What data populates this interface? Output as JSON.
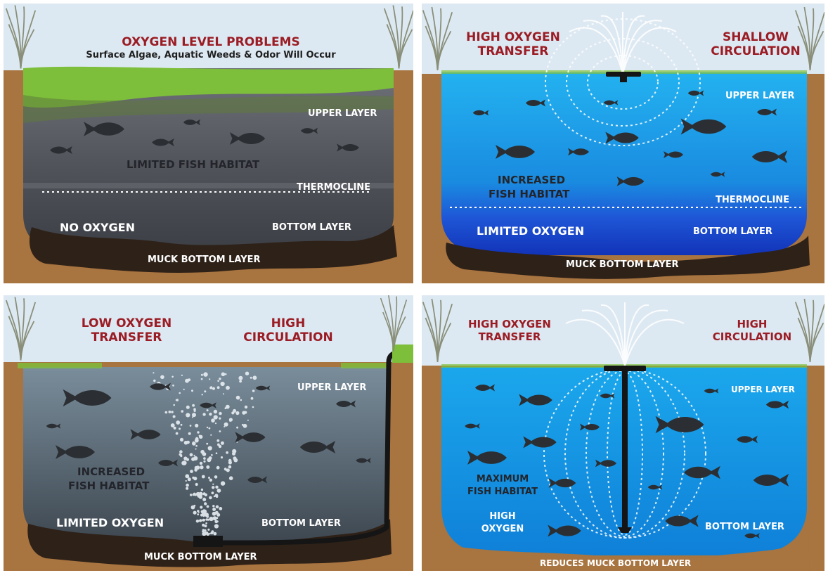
{
  "panels": {
    "p1": {
      "title": "OXYGEN LEVEL PROBLEMS",
      "subtitle": "Surface Algae, Aquatic Weeds & Odor Will Occur",
      "upper_layer": "UPPER LAYER",
      "fish_habitat": "LIMITED FISH HABITAT",
      "thermocline": "THERMOCLINE",
      "no_oxygen": "NO OXYGEN",
      "bottom_layer": "BOTTOM LAYER",
      "muck": "MUCK BOTTOM LAYER"
    },
    "p2": {
      "oxygen_transfer_1": "HIGH OXYGEN",
      "oxygen_transfer_2": "TRANSFER",
      "circulation_1": "SHALLOW",
      "circulation_2": "CIRCULATION",
      "upper_layer": "UPPER LAYER",
      "fish_habitat_1": "INCREASED",
      "fish_habitat_2": "FISH HABITAT",
      "thermocline": "THERMOCLINE",
      "limited_oxygen": "LIMITED OXYGEN",
      "bottom_layer": "BOTTOM LAYER",
      "muck": "MUCK BOTTOM LAYER"
    },
    "p3": {
      "oxygen_transfer_1": "LOW OXYGEN",
      "oxygen_transfer_2": "TRANSFER",
      "circulation_1": "HIGH",
      "circulation_2": "CIRCULATION",
      "upper_layer": "UPPER LAYER",
      "fish_habitat_1": "INCREASED",
      "fish_habitat_2": "FISH HABITAT",
      "limited_oxygen": "LIMITED OXYGEN",
      "bottom_layer": "BOTTOM LAYER",
      "muck": "MUCK BOTTOM LAYER"
    },
    "p4": {
      "oxygen_transfer_1": "HIGH OXYGEN",
      "oxygen_transfer_2": "TRANSFER",
      "circulation_1": "HIGH",
      "circulation_2": "CIRCULATION",
      "upper_layer": "UPPER LAYER",
      "fish_habitat_1": "MAXIMUM",
      "fish_habitat_2": "FISH HABITAT",
      "high_oxygen_1": "HIGH",
      "high_oxygen_2": "OXYGEN",
      "bottom_layer": "BOTTOM LAYER",
      "muck": "REDUCES MUCK BOTTOM LAYER"
    }
  },
  "colors": {
    "sky": "#dde9f2",
    "soil": "#a8743f",
    "muck": "#2e2118",
    "algae": "#7dbf3a",
    "stagnant_water": "#5c6068",
    "aerated_water": "#1aa3e6",
    "deep_blue": "#1448c8",
    "title_red": "#9b1c24",
    "fish": "#2b2f33"
  }
}
